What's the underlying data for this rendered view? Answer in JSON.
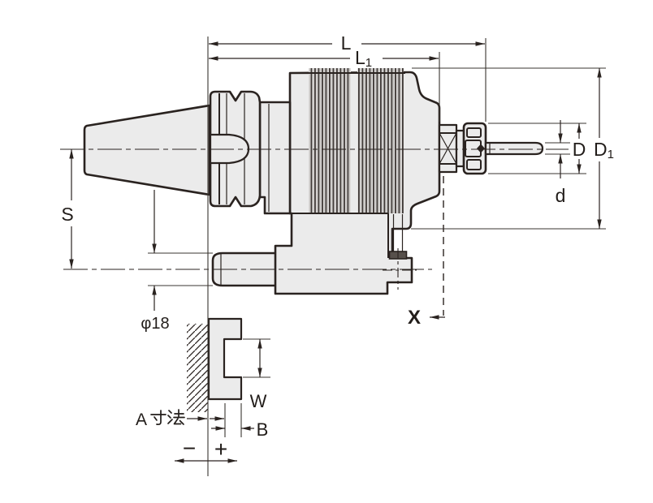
{
  "drawing": {
    "type": "technical-dimension-drawing",
    "subject": "spindle speeder tool holder with taper shank, cooling fins, collet chuck, test bar and stop block detail",
    "colors": {
      "background": "#ffffff",
      "part_fill": "#ebebeb",
      "line": "#2a2320",
      "fin_dark": "#3c3633"
    },
    "labels": {
      "L": "L",
      "L1_base": "L",
      "L1_sub": "1",
      "S": "S",
      "D": "D",
      "D1_base": "D",
      "D1_sub": "1",
      "d": "d",
      "phi18": "φ18",
      "X": "X",
      "A_dimension": "A寸法",
      "A_letter": "A",
      "W": "W",
      "B": "B",
      "minus": "−",
      "plus": "+"
    }
  }
}
